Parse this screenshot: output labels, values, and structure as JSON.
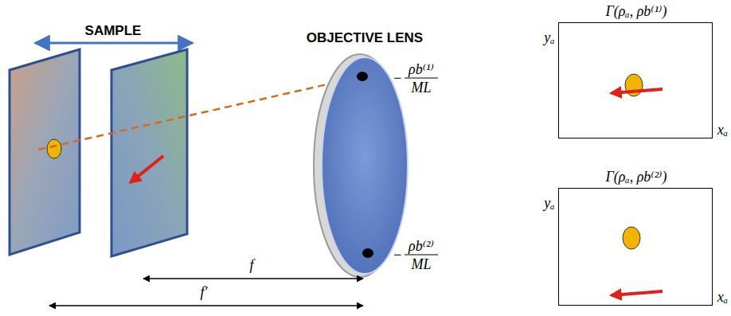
{
  "diagram": {
    "nodes": [
      {
        "text": [
          "Γ(ρₐ, ρb⁽¹⁾)",
          "yₐ",
          "xₐ"
        ]
      },
      {
        "text": [
          "Γ(ρₐ, ρb⁽²⁾)",
          "yₐ",
          "xₐ"
        ]
      }
    ],
    "labels": [
      "SAMPLE",
      "OBJECTIVE LENS",
      "−",
      "ρb⁽¹⁾",
      "ML",
      "−",
      "ρb⁽²⁾",
      "ML",
      "f",
      "f′"
    ]
  }
}
